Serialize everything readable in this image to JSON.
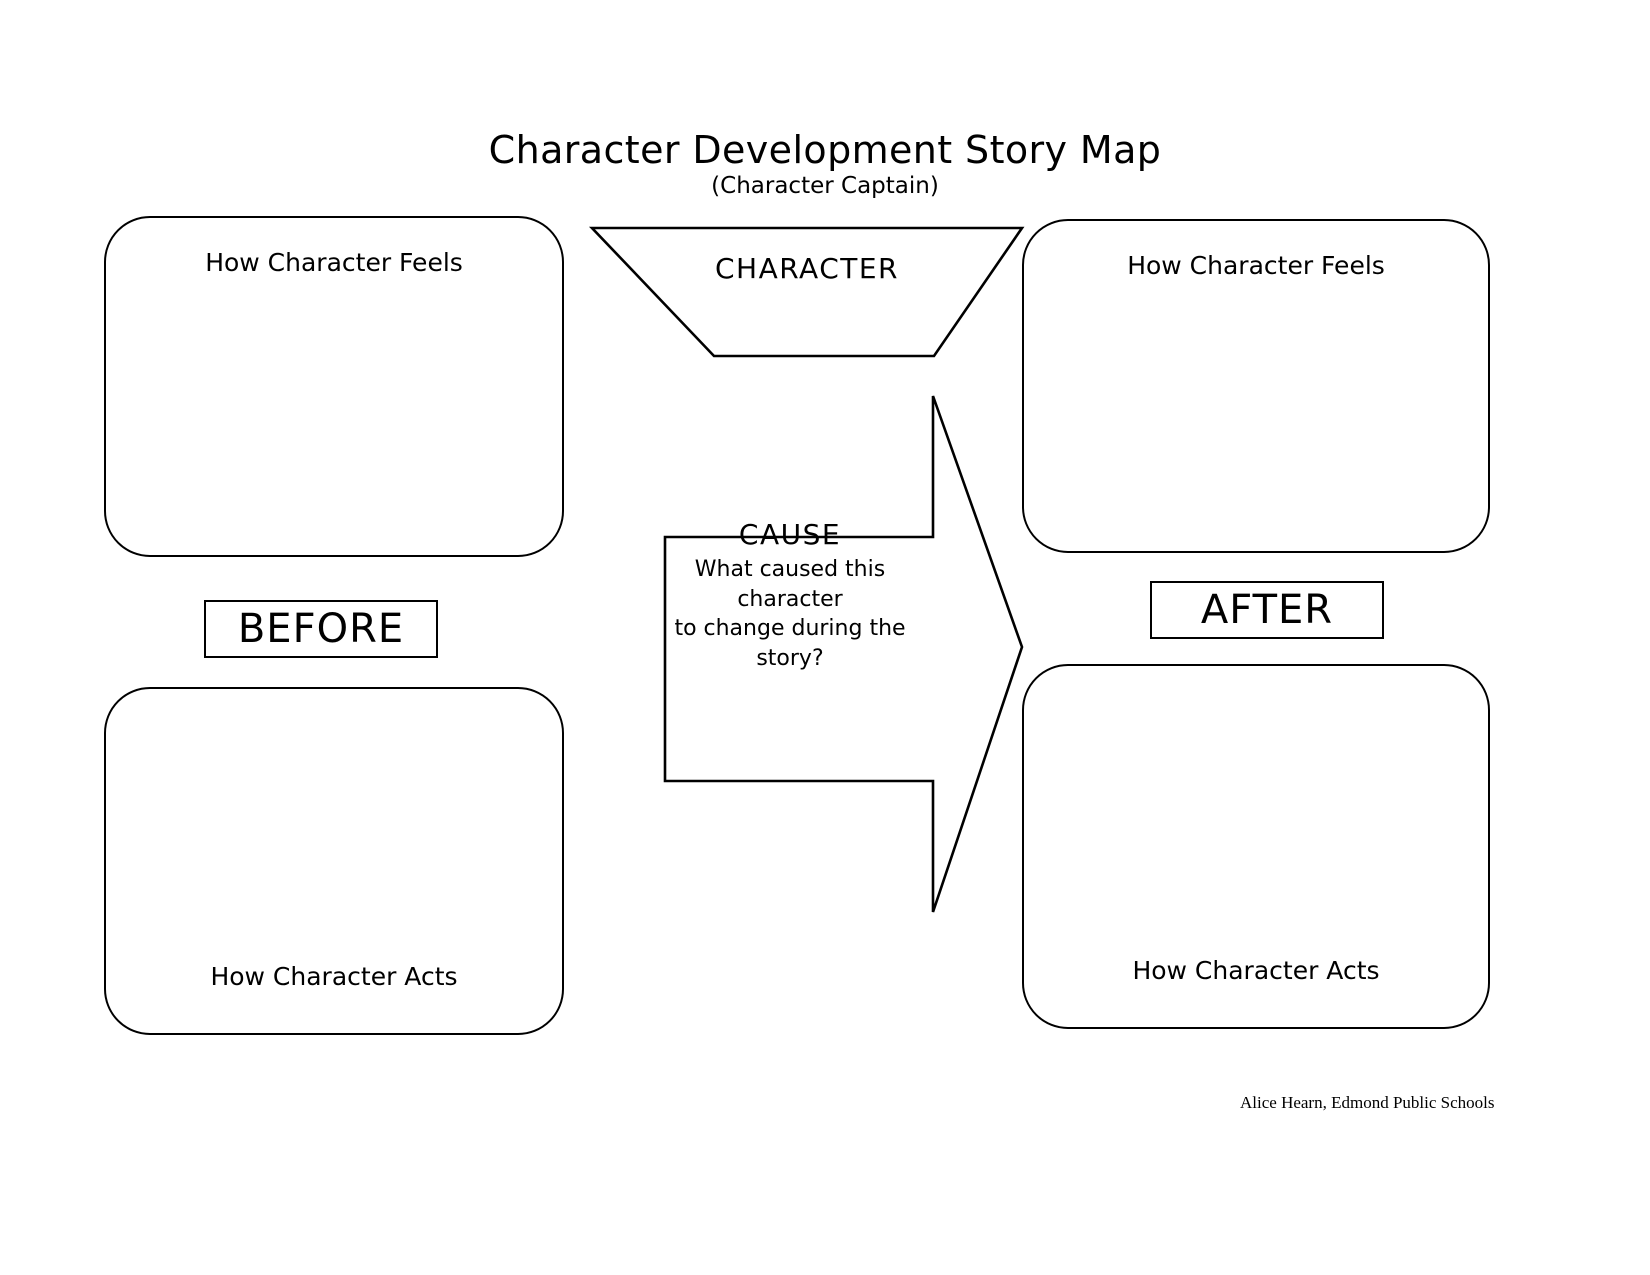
{
  "document": {
    "title": "Character Development Story Map",
    "subtitle": "(Character Captain)",
    "credit": "Alice Hearn, Edmond Public Schools"
  },
  "shapes": {
    "character_label": "CHARACTER",
    "cause_title": "CAUSE",
    "cause_question_line1": "What caused this character",
    "cause_question_line2": "to change during the story?"
  },
  "stages": {
    "before_label": "BEFORE",
    "after_label": "AFTER"
  },
  "panels": {
    "before_feels": "How Character Feels",
    "before_acts": "How Character Acts",
    "after_feels": "How Character Feels",
    "after_acts": "How Character Acts"
  },
  "colors": {
    "ink": "#000000",
    "paper": "#ffffff"
  }
}
